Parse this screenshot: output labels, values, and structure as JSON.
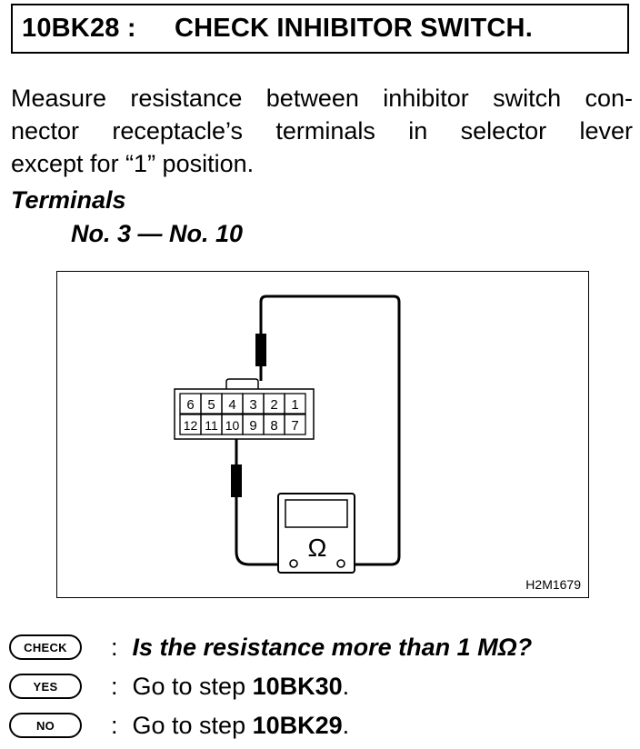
{
  "header": {
    "code": "10BK28 :",
    "title": "CHECK INHIBITOR SWITCH."
  },
  "instruction": {
    "line1": "Measure resistance between inhibitor switch con-",
    "line2": "nector receptacle’s terminals in selector lever",
    "line3": "except for “1” position."
  },
  "terminals": {
    "heading": "Terminals",
    "value": "No. 3 — No. 10"
  },
  "figure": {
    "id": "H2M1679",
    "connector_top_row": [
      "6",
      "5",
      "4",
      "3",
      "2",
      "1"
    ],
    "connector_bottom_row": [
      "12",
      "11",
      "10",
      "9",
      "8",
      "7"
    ],
    "meter_symbol": "Ω"
  },
  "answers": {
    "check": {
      "badge": "CHECK",
      "colon": ":",
      "text": "Is the resistance more than 1 MΩ?"
    },
    "yes": {
      "badge": "YES",
      "colon": ":",
      "prefix": "Go to step ",
      "step": "10BK30",
      "suffix": "."
    },
    "no": {
      "badge": "NO",
      "colon": ":",
      "prefix": "Go to step ",
      "step": "10BK29",
      "suffix": "."
    }
  }
}
